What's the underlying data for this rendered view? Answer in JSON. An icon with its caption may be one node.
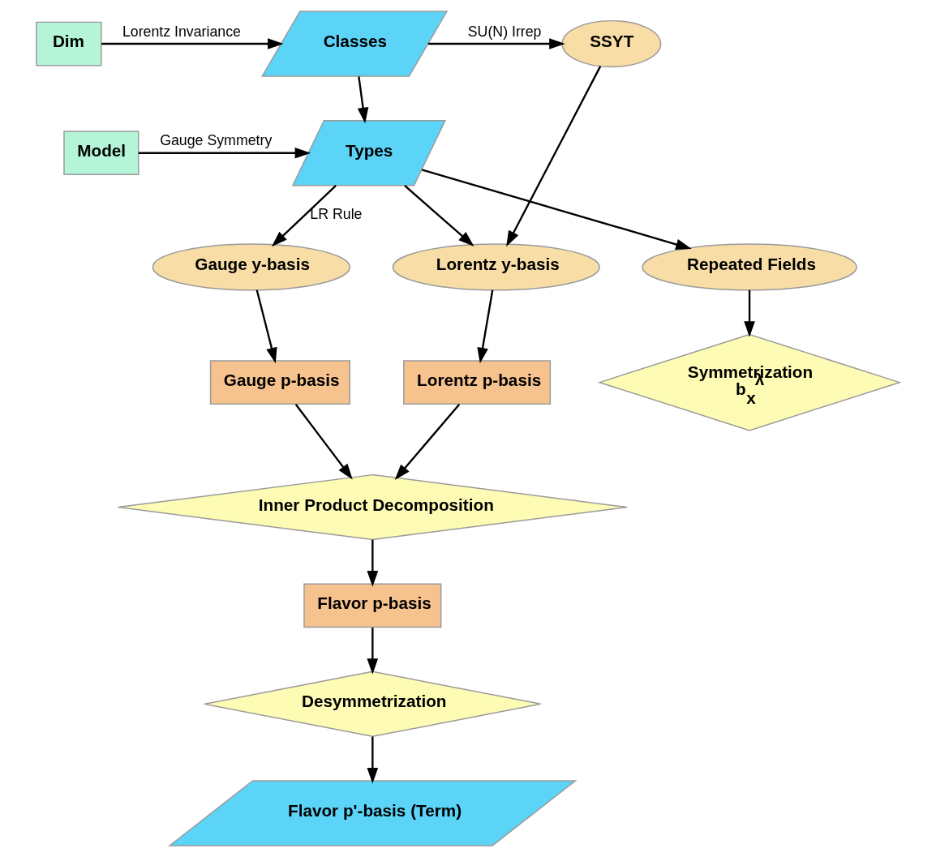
{
  "diagram": {
    "nodes": [
      {
        "text": [
          "Dim"
        ]
      },
      {
        "text": [
          "Classes"
        ]
      },
      {
        "text": [
          "SSYT"
        ]
      },
      {
        "text": [
          "Model"
        ]
      },
      {
        "text": [
          "Types"
        ]
      },
      {
        "text": [
          "Gauge y-basis"
        ]
      },
      {
        "text": [
          "Lorentz y-basis"
        ]
      },
      {
        "text": [
          "Repeated Fields"
        ]
      },
      {
        "text": [
          "Symmetrization",
          "b$_{x}$$^{λ}$"
        ]
      },
      {
        "text": [
          "Gauge p-basis"
        ]
      },
      {
        "text": [
          "Lorentz p-basis"
        ]
      },
      {
        "text": [
          "Inner Product Decomposition"
        ]
      },
      {
        "text": [
          "Flavor p-basis"
        ]
      },
      {
        "text": [
          "Desymmetrization"
        ]
      },
      {
        "text": [
          "Flavor p'-basis (Term)"
        ]
      }
    ],
    "edges": [
      {
        "from": 0,
        "to": 1,
        "arrow": "to",
        "label": "Lorentz Invariance"
      },
      {
        "from": 1,
        "to": 2,
        "arrow": "to",
        "label": "SU(N) Irrep"
      },
      {
        "from": 1,
        "to": 4,
        "arrow": "to"
      },
      {
        "from": 3,
        "to": 4,
        "arrow": "to",
        "label": "Gauge Symmetry"
      },
      {
        "from": 2,
        "to": 6,
        "arrow": "to"
      },
      {
        "from": 4,
        "to": 6,
        "arrow": "to"
      },
      {
        "from": 4,
        "to": 5,
        "arrow": "to",
        "label": "LR Rule"
      },
      {
        "from": 4,
        "to": 7,
        "arrow": "to"
      },
      {
        "from": 7,
        "to": 8,
        "arrow": "to"
      },
      {
        "from": 5,
        "to": 9,
        "arrow": "to"
      },
      {
        "from": 6,
        "to": 10,
        "arrow": "to"
      },
      {
        "from": 9,
        "to": 11,
        "arrow": "to"
      },
      {
        "from": 10,
        "to": 11,
        "arrow": "to"
      },
      {
        "from": 11,
        "to": 12,
        "arrow": "to"
      },
      {
        "from": 12,
        "to": 13,
        "arrow": "to"
      },
      {
        "from": 13,
        "to": 14,
        "arrow": "to"
      }
    ]
  }
}
